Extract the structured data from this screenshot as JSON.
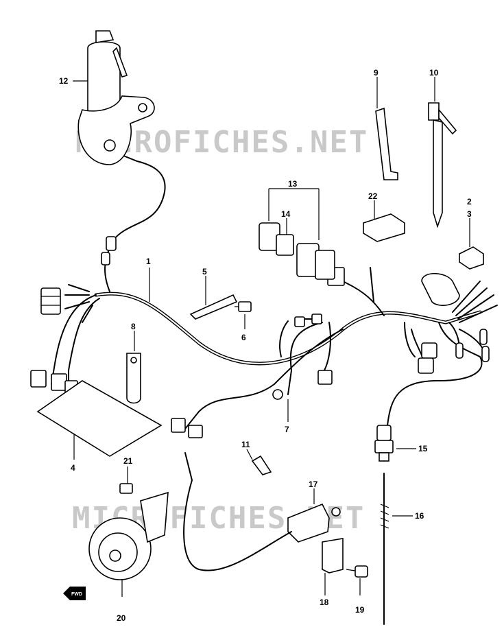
{
  "watermark": {
    "text": "MICROFICHES.NET",
    "color": "#c9c9c9"
  },
  "forward_marker": {
    "text": "FWD"
  },
  "callouts": [
    {
      "id": "1",
      "label": "1"
    },
    {
      "id": "2",
      "label": "2"
    },
    {
      "id": "3",
      "label": "3"
    },
    {
      "id": "4",
      "label": "4"
    },
    {
      "id": "5",
      "label": "5"
    },
    {
      "id": "6",
      "label": "6"
    },
    {
      "id": "7",
      "label": "7"
    },
    {
      "id": "8",
      "label": "8"
    },
    {
      "id": "9",
      "label": "9"
    },
    {
      "id": "10",
      "label": "10"
    },
    {
      "id": "11",
      "label": "11"
    },
    {
      "id": "12",
      "label": "12"
    },
    {
      "id": "13",
      "label": "13"
    },
    {
      "id": "14",
      "label": "14"
    },
    {
      "id": "15",
      "label": "15"
    },
    {
      "id": "16",
      "label": "16"
    },
    {
      "id": "17",
      "label": "17"
    },
    {
      "id": "18",
      "label": "18"
    },
    {
      "id": "19",
      "label": "19"
    },
    {
      "id": "20",
      "label": "20"
    },
    {
      "id": "21",
      "label": "21"
    },
    {
      "id": "22",
      "label": "22"
    }
  ]
}
